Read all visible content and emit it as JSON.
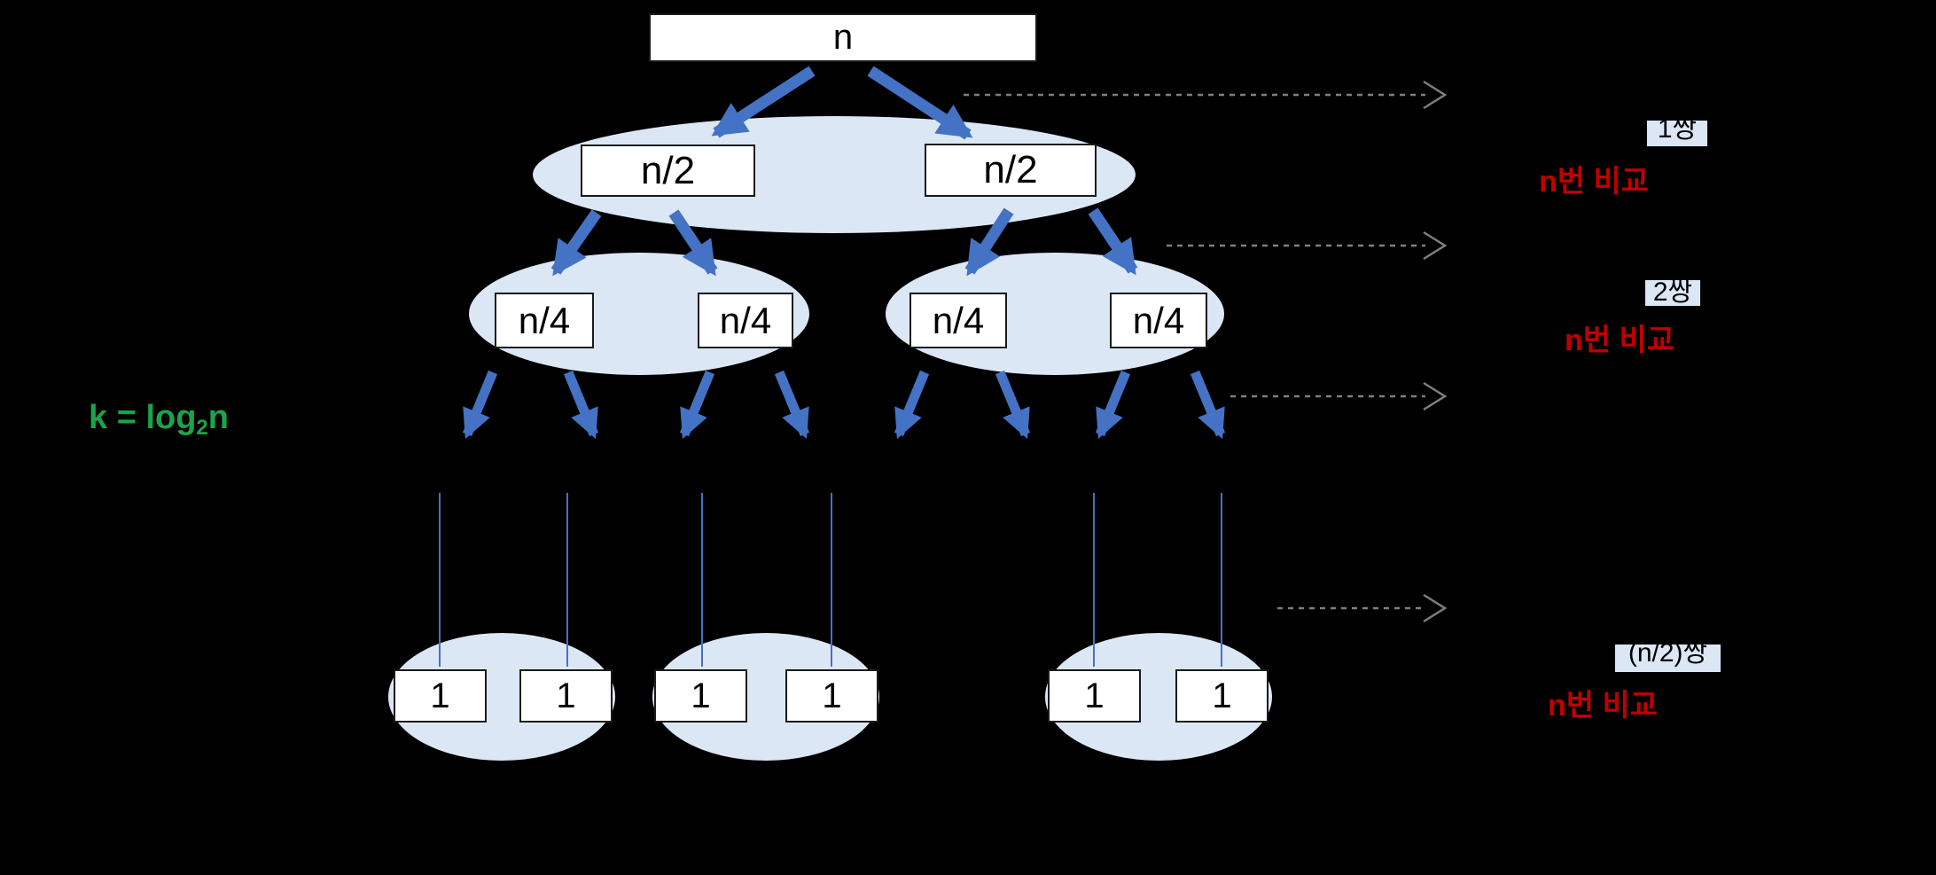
{
  "colors": {
    "background": "#000000",
    "arrow_blue": "#4472c4",
    "ellipse_fill": "#dce7f5",
    "highlight_fill": "#dce7f5",
    "node_fill": "#ffffff",
    "node_border": "#1a1a1a",
    "comparison_red": "#c00000",
    "formula_green": "#1ca34a",
    "dashed_gray": "#7f7f7f"
  },
  "tree": {
    "root": "n",
    "level2": [
      "n/2",
      "n/2"
    ],
    "level3": [
      "n/4",
      "n/4",
      "n/4",
      "n/4"
    ],
    "leaves": [
      "1",
      "1",
      "1",
      "1",
      "1",
      "1"
    ]
  },
  "formula": {
    "lead": "k = log",
    "sub": "2",
    "tail": "n"
  },
  "annotations": [
    {
      "pair": "1쌍",
      "comparisons": "n번 비교"
    },
    {
      "pair": "2쌍",
      "comparisons": "n번 비교"
    },
    {
      "pair": "(n/2)쌍",
      "comparisons": "n번 비교"
    }
  ]
}
